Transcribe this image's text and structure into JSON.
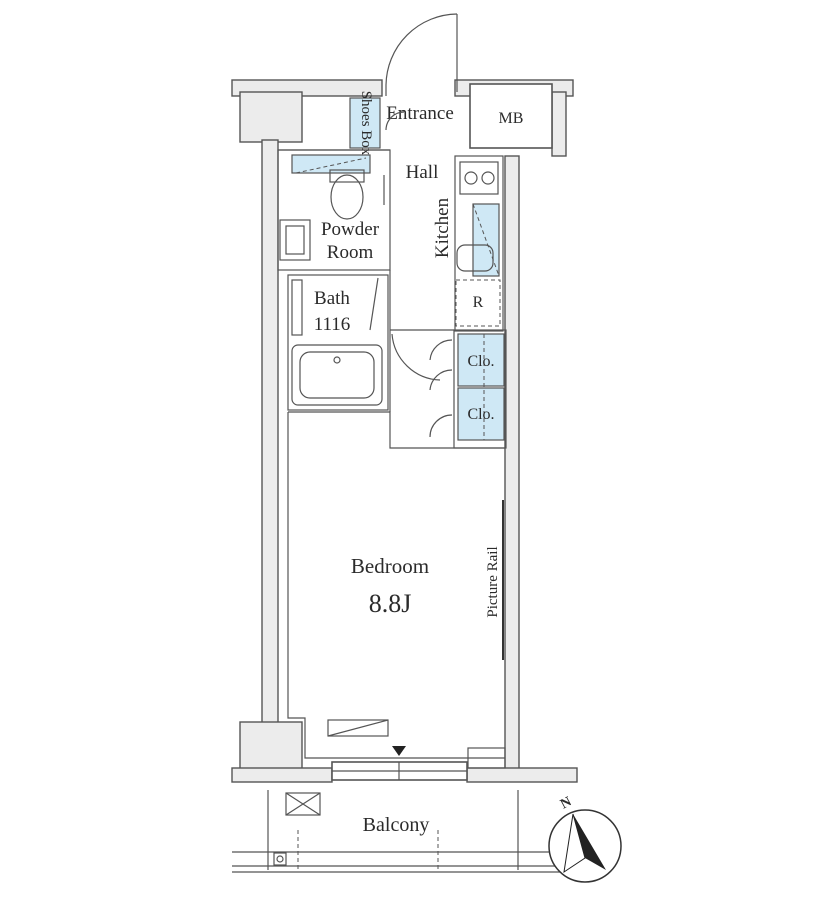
{
  "rooms": {
    "shoes_box": "Shoes Box",
    "entrance": "Entrance",
    "mb": "MB",
    "hall": "Hall",
    "kitchen": "Kitchen",
    "powder_room_line1": "Powder",
    "powder_room_line2": "Room",
    "bath_line1": "Bath",
    "bath_line2": "1116",
    "refrigerator": "R",
    "closet_1": "Clo.",
    "closet_2": "Clo.",
    "bedroom": "Bedroom",
    "bedroom_size": "8.8J",
    "picture_rail": "Picture Rail",
    "balcony": "Balcony"
  },
  "compass": {
    "north_label": "N"
  },
  "colors": {
    "wall_line": "#555555",
    "storage_fill": "#cfe8f5",
    "wall_fill": "#ececec"
  }
}
